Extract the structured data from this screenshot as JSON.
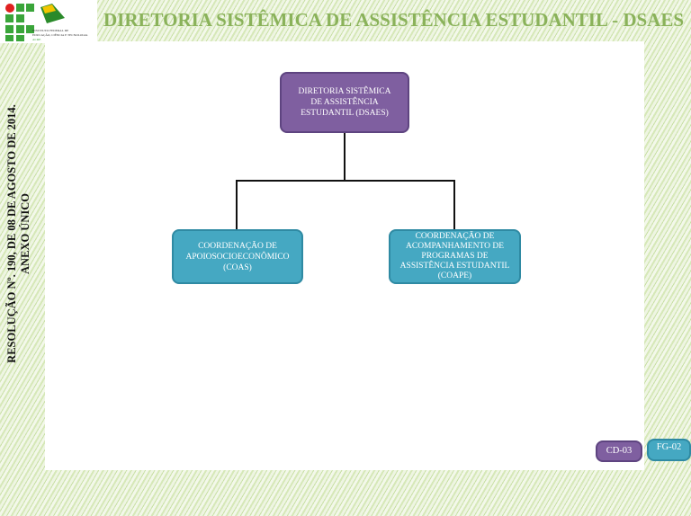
{
  "header": {
    "title": "DIRETORIA SISTÊMICA DE ASSISTÊNCIA ESTUDANTIL - DSAES",
    "logo_text": "INSTITUTO FEDERAL DE EDUCAÇÃO, CIÊNCIA E TECNOLOGIA ACRE"
  },
  "side_text": {
    "line1": "RESOLUÇÃO Nº. 190, DE 08 DE AGOSTO DE 2014.",
    "line2": "ANEXO ÚNICO"
  },
  "org": {
    "root": "DIRETORIA SISTÊMICA DE ASSISTÊNCIA ESTUDANTIL (DSAES)",
    "children": [
      "COORDENAÇÃO DE APOIOSOCIOECONÔMICO (COAS)",
      "COORDENAÇÃO DE ACOMPANHAMENTO DE PROGRAMAS DE ASSISTÊNCIA ESTUDANTIL (COAPE)"
    ]
  },
  "legend": {
    "cd": "CD-03",
    "fg": "FG-02"
  },
  "colors": {
    "purple": "#7f5fa0",
    "teal": "#45a8c2",
    "title": "#8ab25a"
  }
}
